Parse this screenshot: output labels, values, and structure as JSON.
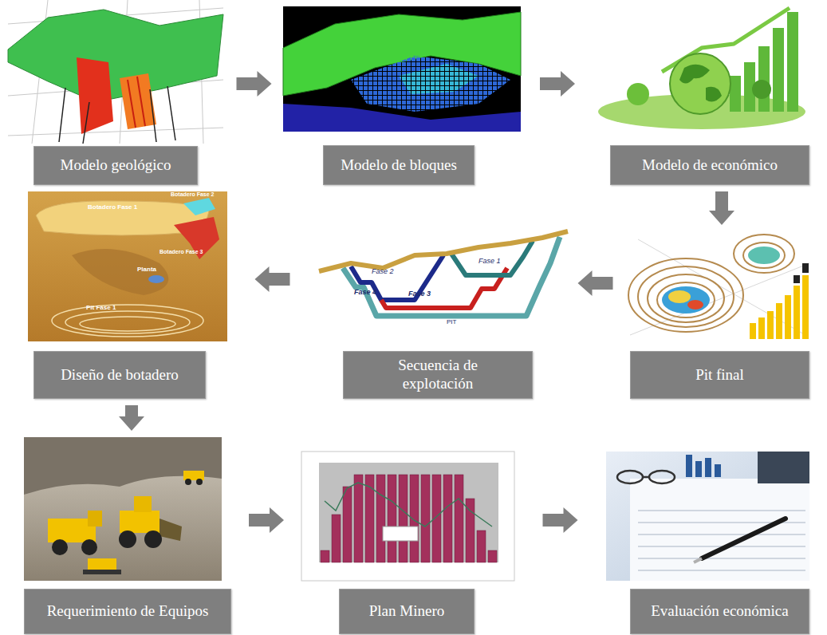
{
  "diagram": {
    "nodes": [
      {
        "text": [
          "Modelo geológico"
        ]
      },
      {
        "text": [
          "Modelo de bloques"
        ]
      },
      {
        "text": [
          "Modelo de económico"
        ]
      },
      {
        "text": [
          "Diseño de botadero"
        ]
      },
      {
        "text": [
          "Secuencia de explotación"
        ]
      },
      {
        "text": [
          "Pit final"
        ]
      },
      {
        "text": [
          "Requerimiento de Equipos"
        ]
      },
      {
        "text": [
          "Plan Minero"
        ]
      },
      {
        "text": [
          "Evaluación económica"
        ]
      }
    ],
    "edges": [
      {
        "from": 0,
        "to": 1,
        "arrow": "to"
      },
      {
        "from": 1,
        "to": 2,
        "arrow": "to"
      },
      {
        "from": 2,
        "to": 5,
        "arrow": "to"
      },
      {
        "from": 5,
        "to": 4,
        "arrow": "to"
      },
      {
        "from": 4,
        "to": 3,
        "arrow": "to"
      },
      {
        "from": 3,
        "to": 6,
        "arrow": "to"
      },
      {
        "from": 6,
        "to": 7,
        "arrow": "to"
      },
      {
        "from": 7,
        "to": 8,
        "arrow": "to"
      }
    ],
    "labels": [
      "Botadero Fase 1",
      "Botadero Fase 2",
      "Botadero Fase 3",
      "Planta",
      "Pit Fase 1",
      "Fase 2",
      "Fase 1",
      "Fase 4",
      "Fase 3",
      "PIT"
    ]
  }
}
